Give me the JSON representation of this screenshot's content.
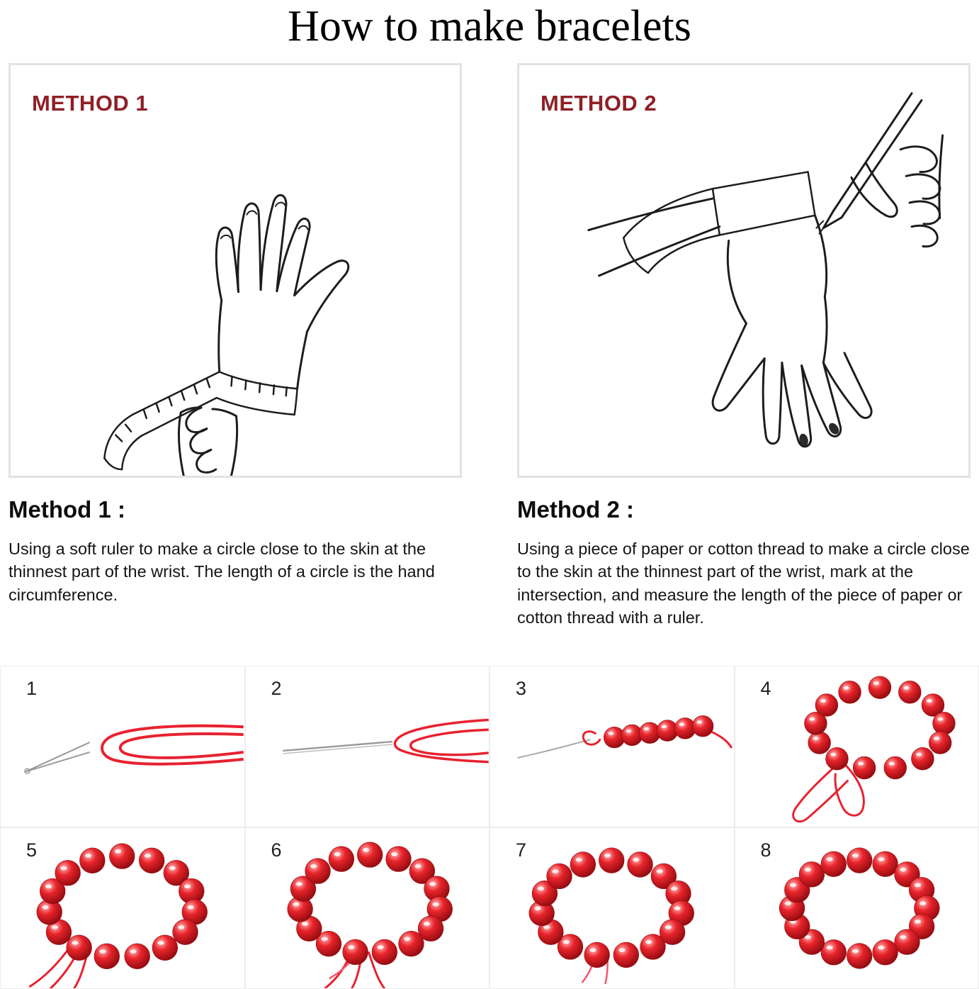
{
  "title": "How to make bracelets",
  "methods": [
    {
      "label": "METHOD 1",
      "heading": "Method 1 :",
      "body": "Using a soft ruler to make a circle close to the skin at the thinnest part of the wrist. The length of a circle is the hand circumference."
    },
    {
      "label": "METHOD 2",
      "heading": "Method 2 :",
      "body": "Using a piece of paper or cotton thread to make a circle close to the skin at the thinnest part of the wrist, mark at the intersection, and measure the length of the piece of paper or cotton thread with a ruler."
    }
  ],
  "steps": [
    {
      "number": "1"
    },
    {
      "number": "2"
    },
    {
      "number": "3"
    },
    {
      "number": "4"
    },
    {
      "number": "5"
    },
    {
      "number": "6"
    },
    {
      "number": "7"
    },
    {
      "number": "8"
    }
  ],
  "colors": {
    "method_label": "#8f2026",
    "bead_main": "#e8242b",
    "bead_dark": "#8f0a0f",
    "bead_light": "#ffb3b3",
    "thread": "#e8212f",
    "thread_light": "#f4566e",
    "line_art": "#1c1c1c",
    "panel_border": "#e3e3e3"
  }
}
